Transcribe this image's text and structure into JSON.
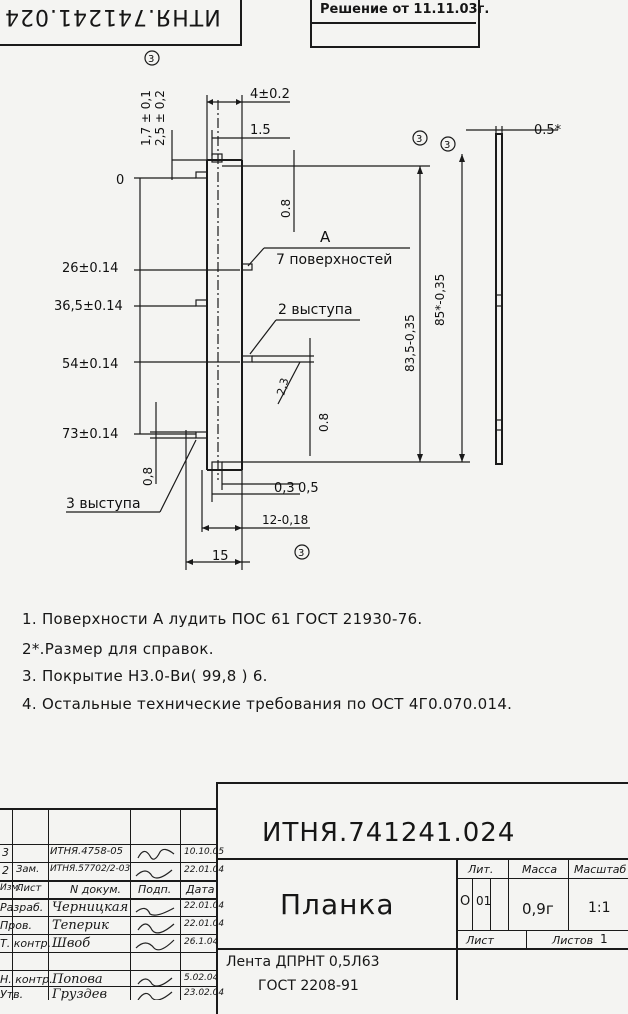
{
  "header": {
    "doc_code_rotated": "ИТНЯ.741241.024",
    "decision": "Решение от 11.11.03г."
  },
  "drawing": {
    "callout_num": "3",
    "dim_tol_top1": "1,7 ± 0,1",
    "dim_tol_top2": "2,5 ± 0,2",
    "dim_4": "4±0.2",
    "dim_15_small": "1.5",
    "dim_0": "0",
    "dim_0_8_top": "0.8",
    "dim_26": "26±0.14",
    "dim_36_5": "36,5±0.14",
    "dim_54": "54±0.14",
    "dim_73": "73±0.14",
    "dim_0_8_left": "0,8",
    "label_A": "A",
    "label_7_surf": "7 поверхностей",
    "label_2_proj": "2 выступа",
    "label_3_proj": "3 выступа",
    "dim_2_3": "2,3",
    "dim_0_8_right": "0.8",
    "dim_83_5": "83,5-0,35",
    "dim_85": "85*-0,35",
    "dim_0_5_side": "0.5*",
    "dim_0_3": "0,3",
    "dim_0_5_bottom": "0,5",
    "dim_12": "12-0,18",
    "dim_15": "15"
  },
  "notes": [
    "1. Поверхности А лудить ПОС 61 ГОСТ 21930-76.",
    "2*.Размер для справок.",
    "3. Покрытие Н3.0-Ви( 99,8 ) 6.",
    "4. Остальные технические требования по ОСТ 4Г0.070.014."
  ],
  "title_block": {
    "doc_number": "ИТНЯ.741241.024",
    "part_name": "Планка",
    "material_line1": "Лента ДПРНТ 0,5Л63",
    "material_line2": "ГОСТ 2208-91",
    "col_lit": "Лит.",
    "col_mass": "Масса",
    "col_scale": "Масштаб",
    "lit1": "О",
    "lit2": "01",
    "mass": "0,9г",
    "scale": "1:1",
    "sheet_label": "Лист",
    "sheets_label": "Листов",
    "sheets_value": "1",
    "rev_rows": [
      {
        "col1": "3",
        "col2": "",
        "docnum": "ИТНЯ.4758-05",
        "sign": "",
        "date": "10.10.05"
      },
      {
        "col1": "2",
        "col2": "Зам.",
        "docnum": "ИТНЯ.57702/2-03",
        "sign": "",
        "date": "22.01.04"
      },
      {
        "col1": "Изм.",
        "col2": "Лист",
        "docnum": "N докум.",
        "sign": "Подп.",
        "date": "Дата"
      },
      {
        "col1": "Разраб.",
        "col2": "",
        "docnum": "Черницкая",
        "sign": "",
        "date": "22.01.04"
      },
      {
        "col1": "Пров.",
        "col2": "",
        "docnum": "Теперик",
        "sign": "",
        "date": "22.01.04"
      },
      {
        "col1": "Т. контр.",
        "col2": "",
        "docnum": "Швоб",
        "sign": "",
        "date": "26.1.04"
      },
      {
        "col1": "",
        "col2": "",
        "docnum": "",
        "sign": "",
        "date": ""
      },
      {
        "col1": "Н. контр.",
        "col2": "",
        "docnum": "Попова",
        "sign": "",
        "date": "5.02.04"
      },
      {
        "col1": "Утв.",
        "col2": "",
        "docnum": "Груздев",
        "sign": "",
        "date": "23.02.04"
      }
    ]
  }
}
